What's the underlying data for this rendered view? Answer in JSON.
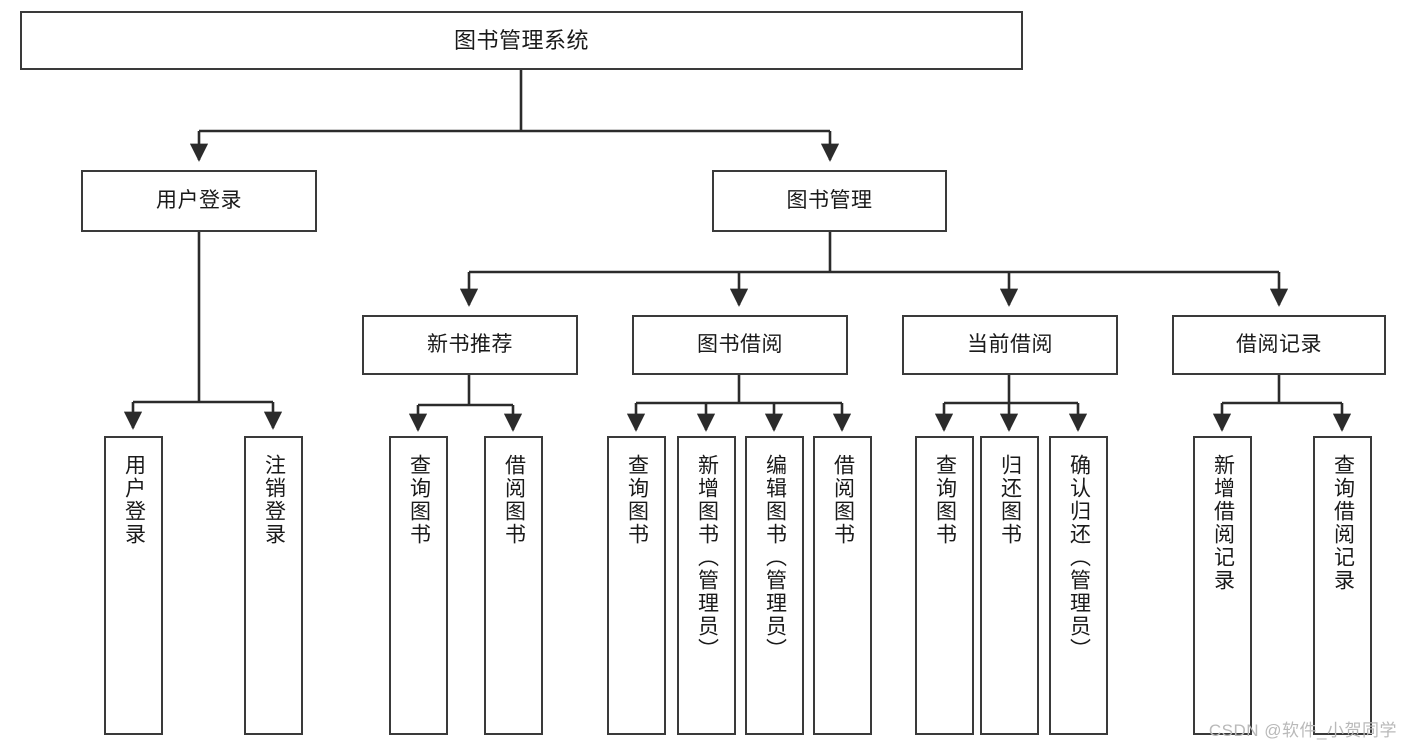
{
  "diagram": {
    "title": "图书管理系统",
    "type": "tree",
    "style": {
      "box_border_color": "#3a3a3a",
      "box_fill_color": "#ffffff",
      "edge_color": "#2b2b2b",
      "background_color": "#ffffff",
      "watermark_color": "#b9b9b9"
    },
    "watermark": "CSDN @软件_小贺同学",
    "nodes": {
      "root": {
        "label": "图书管理系统"
      },
      "level2": [
        {
          "id": "user-login",
          "label": "用户登录"
        },
        {
          "id": "book-manage",
          "label": "图书管理"
        }
      ],
      "level3": [
        {
          "id": "new-book-recommend",
          "label": "新书推荐"
        },
        {
          "id": "book-borrow",
          "label": "图书借阅"
        },
        {
          "id": "current-borrow",
          "label": "当前借阅"
        },
        {
          "id": "borrow-record",
          "label": "借阅记录"
        }
      ],
      "leaves": {
        "user-login": [
          {
            "id": "leaf-user-login",
            "label": "用户登录"
          },
          {
            "id": "leaf-user-logout",
            "label": "注销登录"
          }
        ],
        "new-book-recommend": [
          {
            "id": "leaf-query-book-1",
            "label": "查询图书"
          },
          {
            "id": "leaf-borrow-book-1",
            "label": "借阅图书"
          }
        ],
        "book-borrow": [
          {
            "id": "leaf-query-book-2",
            "label": "查询图书"
          },
          {
            "id": "leaf-add-book",
            "label": "新增图书（管理员）"
          },
          {
            "id": "leaf-edit-book",
            "label": "编辑图书（管理员）"
          },
          {
            "id": "leaf-borrow-book-2",
            "label": "借阅图书"
          }
        ],
        "current-borrow": [
          {
            "id": "leaf-query-book-3",
            "label": "查询图书"
          },
          {
            "id": "leaf-return-book",
            "label": "归还图书"
          },
          {
            "id": "leaf-confirm-return",
            "label": "确认归还（管理员）"
          }
        ],
        "borrow-record": [
          {
            "id": "leaf-add-record",
            "label": "新增借阅记录"
          },
          {
            "id": "leaf-query-record",
            "label": "查询借阅记录"
          }
        ]
      }
    }
  }
}
